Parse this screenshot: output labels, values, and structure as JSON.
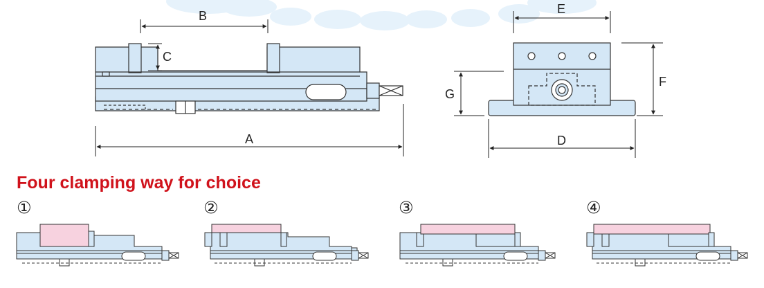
{
  "dimensions": {
    "A": "A",
    "B": "B",
    "C": "C",
    "D": "D",
    "E": "E",
    "F": "F",
    "G": "G"
  },
  "section_title": "Four clamping way for choice",
  "options": [
    "①",
    "②",
    "③",
    "④"
  ],
  "colors": {
    "body": "#d4e7f6",
    "outline": "#333333",
    "workpiece": "#f7d2df",
    "title": "#d0121b",
    "watermark": "#e4f1fb"
  }
}
